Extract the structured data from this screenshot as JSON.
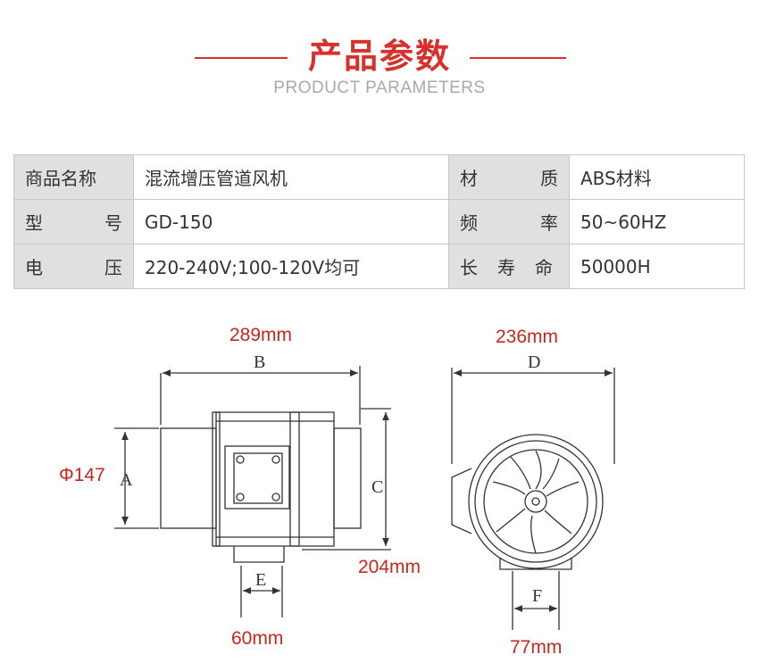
{
  "header": {
    "title": "产品参数",
    "subtitle": "PRODUCT PARAMETERS"
  },
  "specs": {
    "rows": [
      {
        "label1": [
          "商品名称"
        ],
        "value1": "混流增压管道风机",
        "label2": [
          "材",
          "质"
        ],
        "value2": "ABS材料"
      },
      {
        "label1": [
          "型",
          "号"
        ],
        "value1": "GD-150",
        "label2": [
          "频",
          "率"
        ],
        "value2": "50~60HZ"
      },
      {
        "label1": [
          "电",
          "压"
        ],
        "value1": "220-240V;100-120V均可",
        "label2": [
          "长",
          "寿",
          "命"
        ],
        "value2": "50000H"
      }
    ]
  },
  "dimensions": {
    "length_b": "289mm",
    "diameter_a": "Φ147",
    "height_c": "204mm",
    "bracket_e": "60mm",
    "width_d": "236mm",
    "base_f": "77mm"
  },
  "drawing_letters": {
    "a": "A",
    "b": "B",
    "c": "C",
    "d": "D",
    "e": "E",
    "f": "F"
  },
  "colors": {
    "accent": "#d8302b",
    "label_bg": "#dfe0e0",
    "border": "#c8c8c8"
  }
}
